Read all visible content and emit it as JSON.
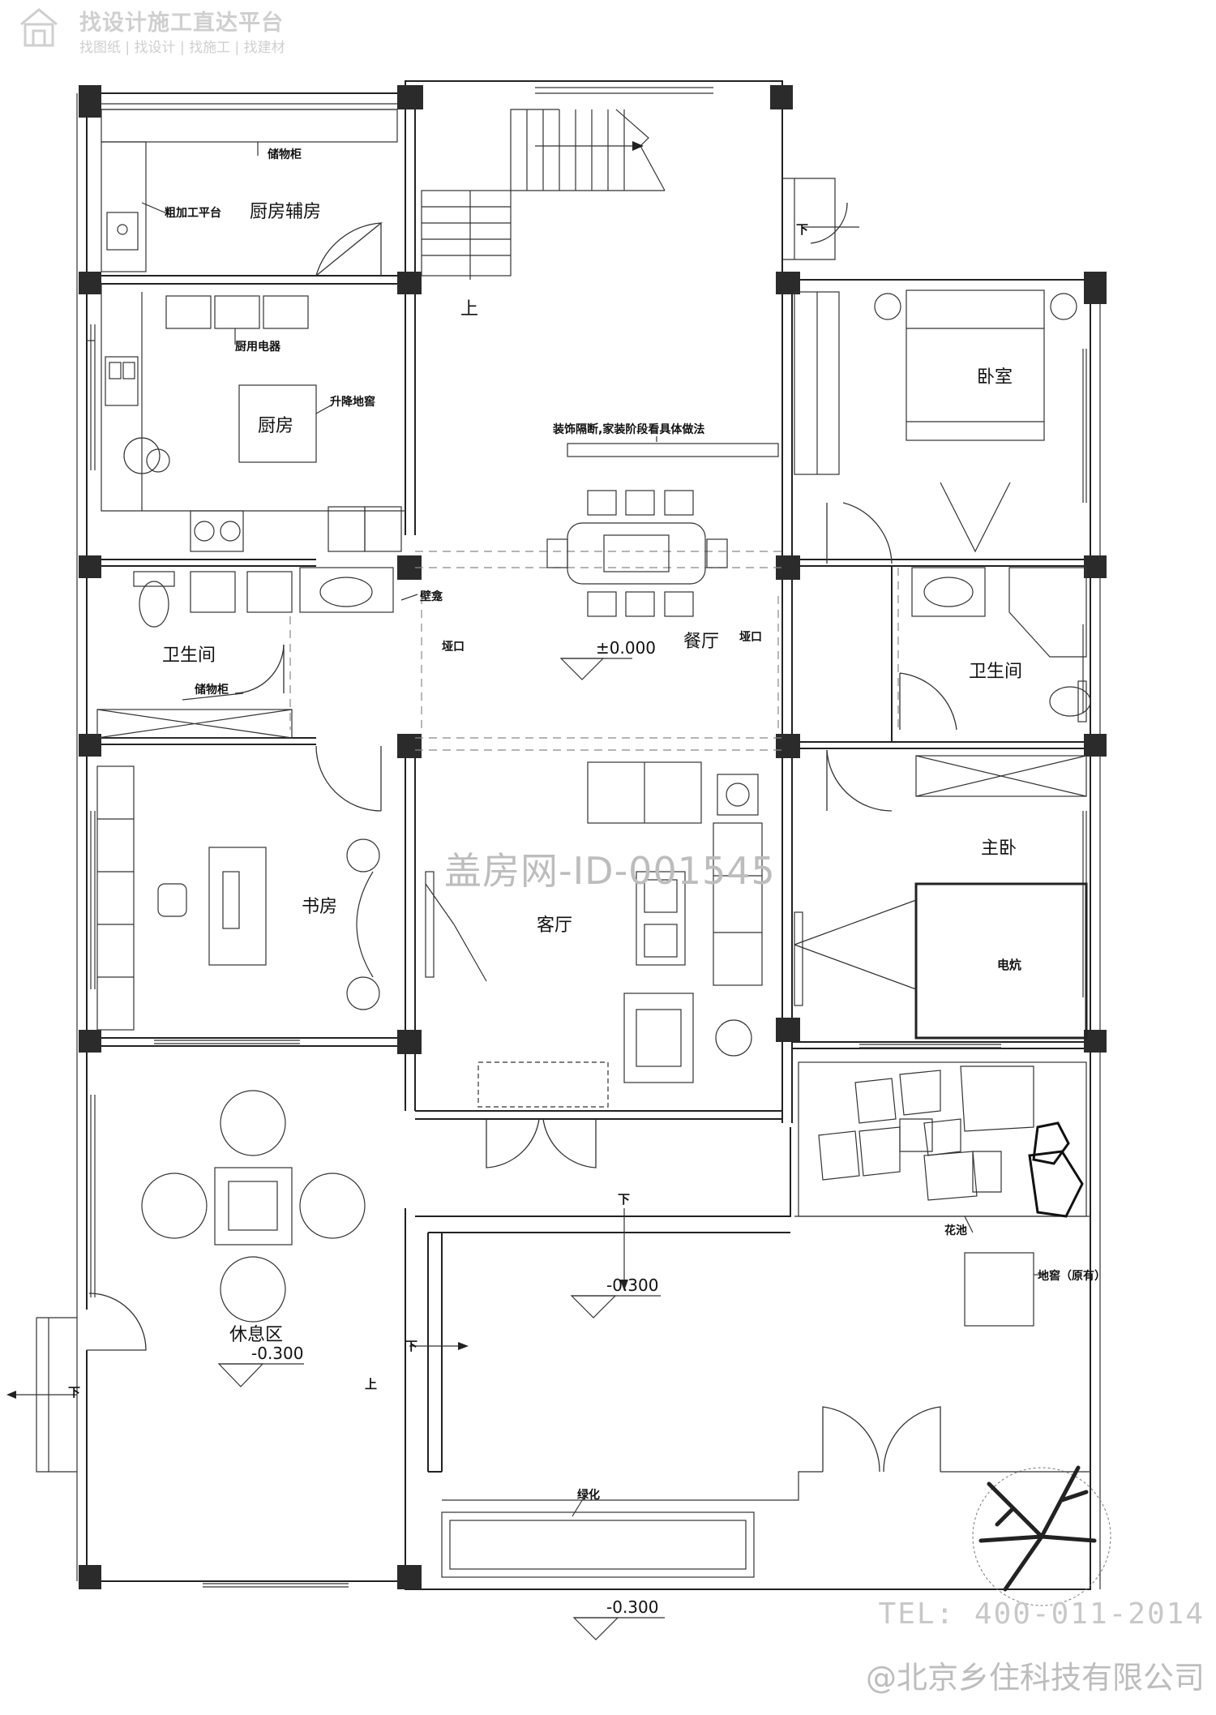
{
  "watermark": {
    "brand_title": "找设计施工直达平台",
    "brand_subtitle": "找图纸 | 找设计 | 找施工 | 找建材",
    "center_mark": "盖房网-ID-001545",
    "tel": "TEL: 400-011-2014",
    "company": "@北京乡住科技有限公司"
  },
  "rooms": {
    "kitchen_aux": "厨房辅房",
    "kitchen": "厨房",
    "bathroom_left": "卫生间",
    "bathroom_right": "卫生间",
    "dining": "餐厅",
    "bedroom": "卧室",
    "study": "书房",
    "living": "客厅",
    "master_bedroom": "主卧",
    "kang": "电炕",
    "lounge": "休息区"
  },
  "annotations": {
    "storage_cabinet_top": "储物柜",
    "prep_counter": "粗加工平台",
    "kitchen_appliances": "厨用电器",
    "lift_cellar": "升降地窖",
    "decor_note": "装饰隔断,家装阶段看具体做法",
    "niche": "壁龛",
    "opening_left": "垭口",
    "opening_right": "垭口",
    "storage_cabinet_bath": "储物柜",
    "flower_bed": "花池",
    "cellar_original": "地窖（原有）",
    "greenery": "绿化"
  },
  "stairs": {
    "up_main": "上",
    "up_lounge": "上",
    "down_side_door": "下",
    "down_terrace": "下",
    "down_corridor": "下",
    "down_west_door": "下"
  },
  "elevations": {
    "dining": "±0.000",
    "terrace": "-0.300",
    "lounge": "-0.300",
    "bottom": "-0.300"
  }
}
